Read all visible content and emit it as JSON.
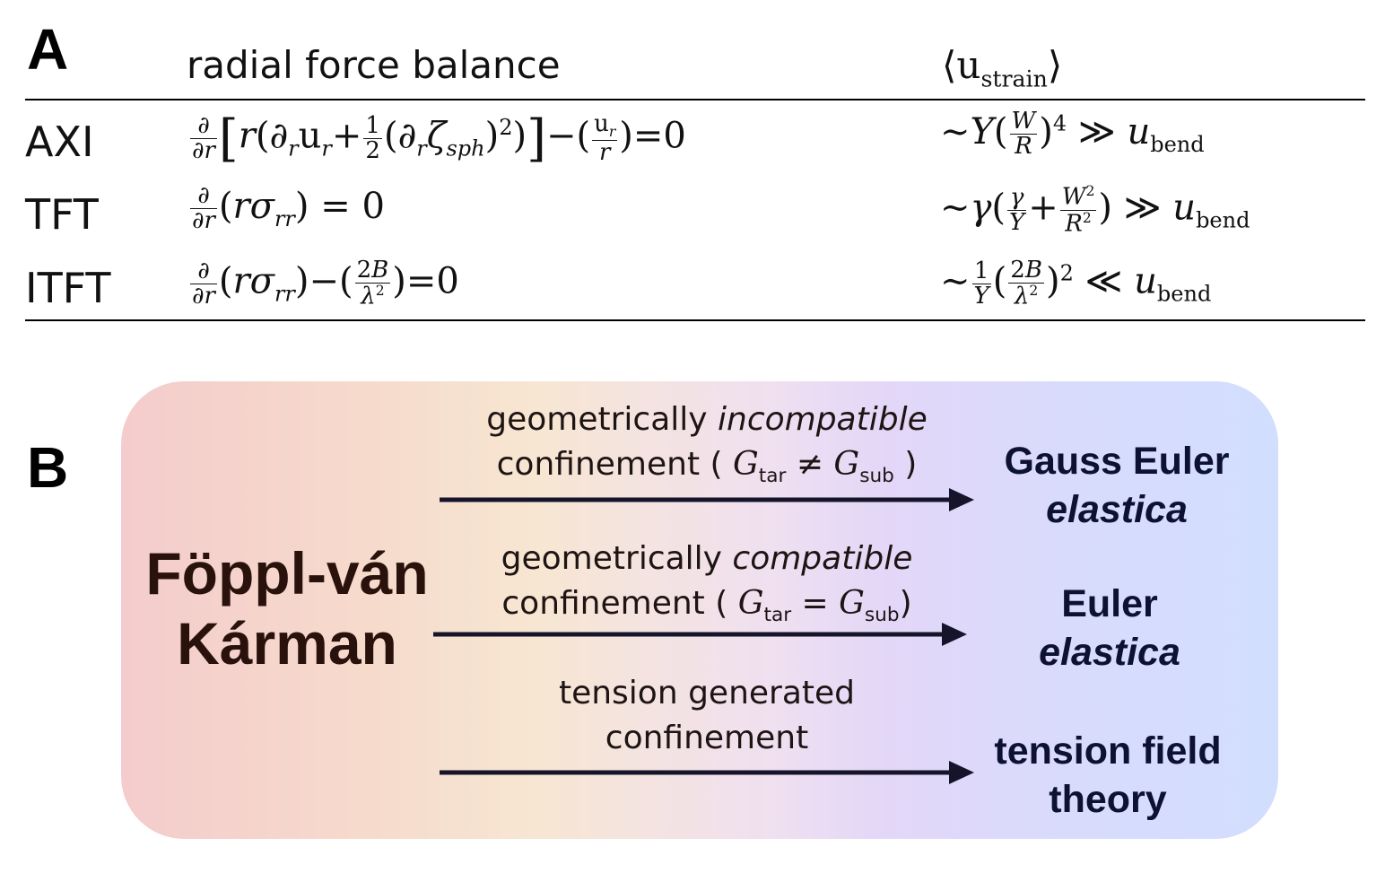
{
  "panel_a": {
    "label": "A",
    "header_col2": "radial force balance",
    "header_col3": "⟨u",
    "header_col3_sub": "strain",
    "header_col3_end": "⟩",
    "rows": [
      {
        "name": "AXI"
      },
      {
        "name": "TFT"
      },
      {
        "name": "ITFT"
      }
    ]
  },
  "panel_b": {
    "label": "B",
    "source_line1": "Föppl-ván",
    "source_line2": "Kárman",
    "arrows": [
      {
        "line1_pre": "geometrically ",
        "line1_em": "incompatible",
        "line2_pre": "confinement (",
        "line2_math": "G",
        "line2_sub1": "tar",
        "line2_op": " ≠ ",
        "line2_math2": "G",
        "line2_sub2": "sub",
        "line2_post": " )",
        "target_line1": "Gauss Euler",
        "target_line2": "elastica"
      },
      {
        "line1_pre": "geometrically ",
        "line1_em": "compatible",
        "line2_pre": "confinement (",
        "line2_math": "G",
        "line2_sub1": "tar",
        "line2_op": " = ",
        "line2_math2": "G",
        "line2_sub2": "sub",
        "line2_post": ")",
        "target_line1": "Euler",
        "target_line2": "elastica"
      },
      {
        "line1": "tension generated",
        "line2": "confinement",
        "target_line1": "tension field",
        "target_line2": "theory"
      }
    ],
    "arrow_color": "#15142a"
  }
}
